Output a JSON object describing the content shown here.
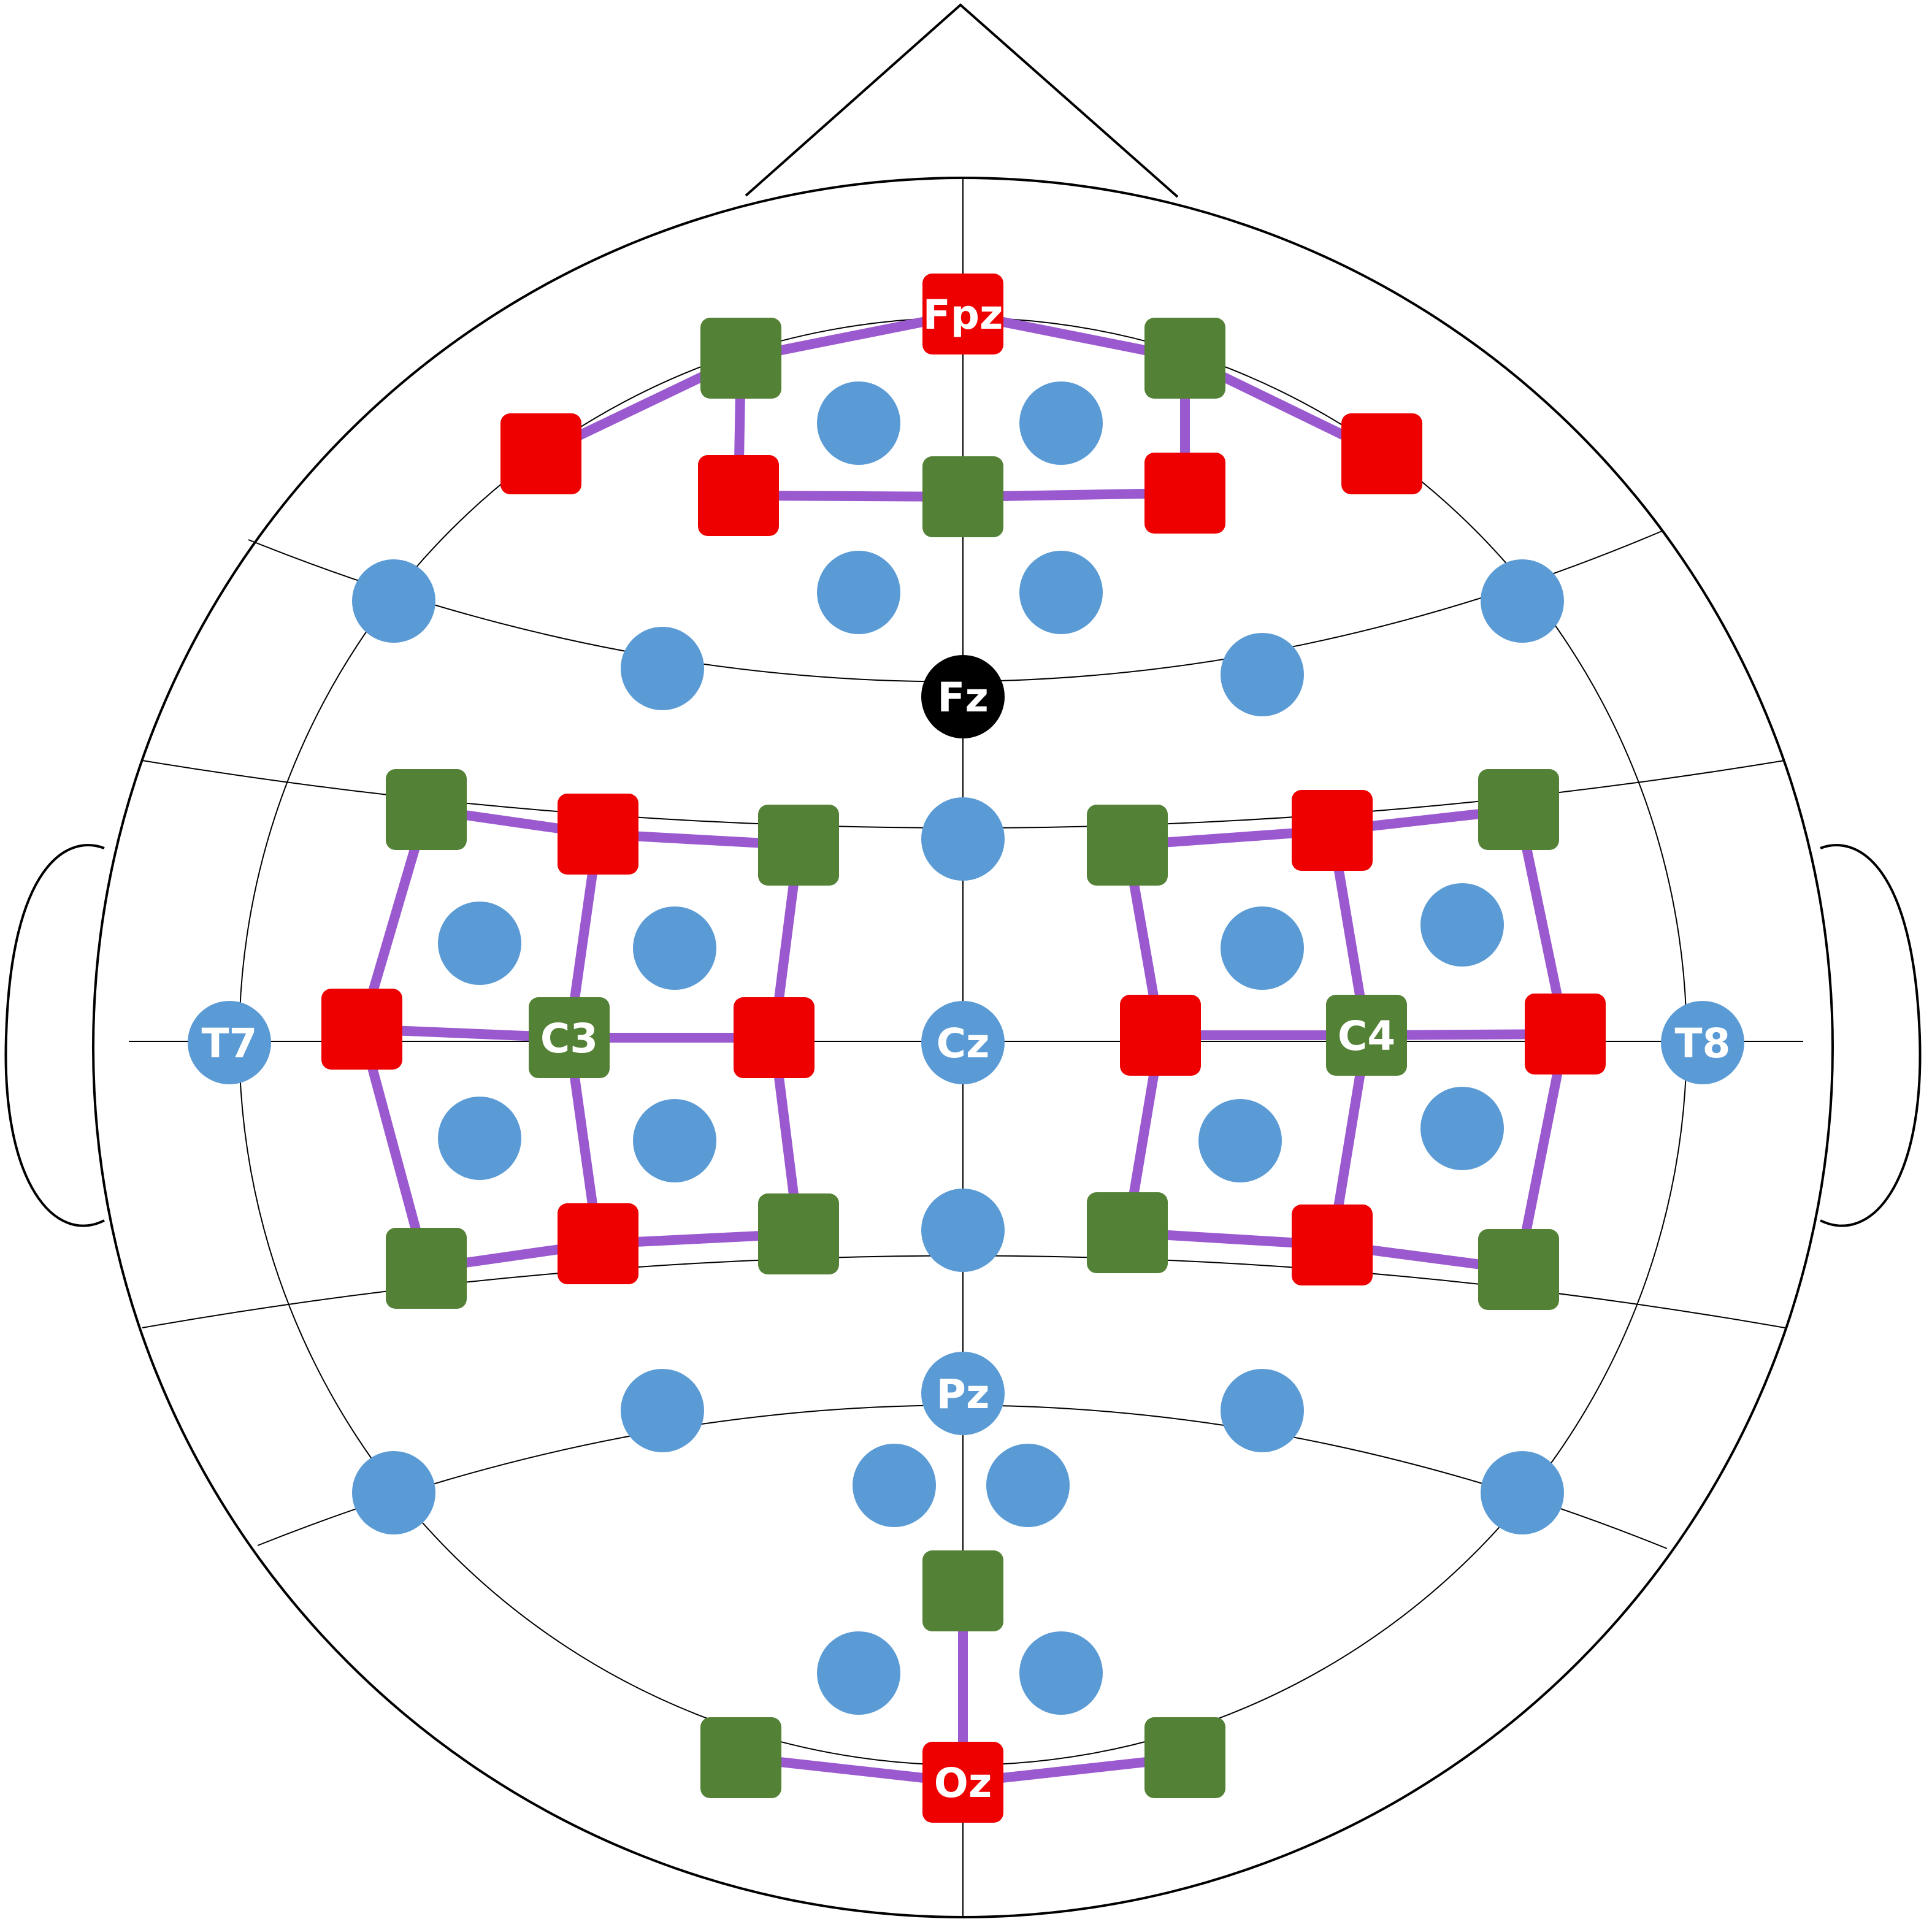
{
  "colors": {
    "background": "#ffffff",
    "outline": "#000000",
    "red_source": "#ee0000",
    "green_detector": "#538135",
    "blue_electrode": "#5b9bd5",
    "reference_electrode": "#000000",
    "connection": "#9b59d0",
    "label_text": "#ffffff"
  },
  "labels": {
    "fpz": "Fpz",
    "fz": "Fz",
    "cz": "Cz",
    "pz": "Pz",
    "oz": "Oz",
    "t7": "T7",
    "t8": "T8",
    "c3": "C3",
    "c4": "C4"
  }
}
